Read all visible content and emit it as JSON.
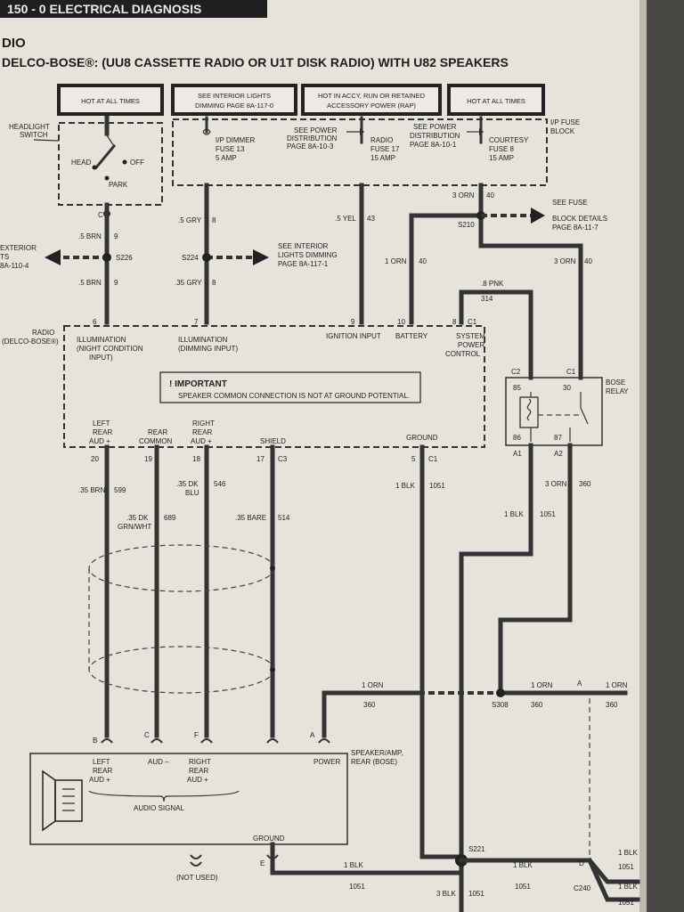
{
  "header": {
    "title": "150 - 0  ELECTRICAL DIAGNOSIS"
  },
  "section": {
    "title": "DIO",
    "subtitle": "DELCO-BOSE®: (UU8 CASSETTE RADIO OR U1T DISK RADIO) WITH U82 SPEAKERS"
  },
  "hot_boxes": {
    "b1": "HOT AT ALL TIMES",
    "b2_l1": "SEE INTERIOR LIGHTS",
    "b2_l2": "DIMMING PAGE 8A-117-0",
    "b3_l1": "HOT IN ACCY, RUN OR RETAINED",
    "b3_l2": "ACCESSORY POWER (RAP)",
    "b4": "HOT AT ALL TIMES"
  },
  "headlight_switch": {
    "title_l1": "HEADLIGHT",
    "title_l2": "SWITCH",
    "head": "HEAD",
    "off": "OFF",
    "park": "PARK",
    "pin": "C"
  },
  "fuse_block": {
    "label_l1": "I/P FUSE",
    "label_l2": "BLOCK",
    "f1_l1": "I/P DIMMER",
    "f1_l2": "FUSE 13",
    "f1_l3": "5 AMP",
    "pd1_l1": "SEE POWER",
    "pd1_l2": "DISTRIBUTION",
    "pd1_l3": "PAGE 8A-10-3",
    "f2_l1": "RADIO",
    "f2_l2": "FUSE 17",
    "f2_l3": "15 AMP",
    "pd2_l1": "SEE POWER",
    "pd2_l2": "DISTRIBUTION",
    "pd2_l3": "PAGE 8A-10-1",
    "f3_l1": "COURTESY",
    "f3_l2": "FUSE 8",
    "f3_l3": "15 AMP"
  },
  "wires": {
    "w_brn_top": ".5 BRN",
    "w_9a": "9",
    "w_brn_bot": ".5 BRN",
    "w_9b": "9",
    "w_gry_top": ".5 GRY",
    "w_8a": "8",
    "w_gry_bot": ".35 GRY",
    "w_8b": "8",
    "w_yel": ".5 YEL",
    "w_43": "43",
    "w_orn_top": "3 ORN",
    "w_40a": "40",
    "w_orn_batt": "1 ORN",
    "w_40b": "40",
    "w_orn_relay": "3 ORN",
    "w_40c": "40",
    "w_pnk": ".8 PNK",
    "w_314": "314",
    "w_brn_spk": ".35 BRN",
    "w_599": "599",
    "w_grn_l1": ".35 DK",
    "w_grn_l2": "GRN/WHT",
    "w_689": "689",
    "w_blu_l1": ".35 DK",
    "w_blu_l2": "BLU",
    "w_546": "546",
    "w_bare": ".35 BARE",
    "w_514": "514",
    "w_blk_gnd": "1 BLK",
    "w_1051a": "1051",
    "w_blk_relay": "1 BLK",
    "w_1051b": "1051",
    "w_orn_amp": "3 ORN",
    "w_360a": "360",
    "w_orn_h1": "1 ORN",
    "w_360b": "360",
    "w_orn_h2": "1 ORN",
    "w_360c": "360",
    "w_orn_h3": "1 ORN",
    "w_360d": "360",
    "w_blk_b1": "1 BLK",
    "w_1051c": "1051",
    "w_blk_b2": "1 BLK",
    "w_1051d": "1051",
    "w_blk_b3": "3 BLK",
    "w_1051e": "1051",
    "w_blk_o1": "1 BLK",
    "w_1051f": "1051",
    "w_blk_o2": "1 BLK",
    "w_1051g": "1051"
  },
  "splices": {
    "s226": "S226",
    "s224": "S224",
    "s210": "S210",
    "s308": "S308",
    "s221": "S221",
    "c240": "C240"
  },
  "references": {
    "ext_l1": "EXTERIOR",
    "ext_l2": "TS",
    "ext_l3": "8A-110-4",
    "int_l1": "SEE INTERIOR",
    "int_l2": "LIGHTS DIMMING",
    "int_l3": "PAGE 8A-117-1",
    "fuse_l1": "SEE FUSE",
    "fuse_l2": "BLOCK DETAILS",
    "fuse_l3": "PAGE 8A-11-7"
  },
  "radio": {
    "title_l1": "RADIO",
    "title_l2": "(DELCO-BOSE®)",
    "pin6": "6",
    "pin7": "7",
    "pin9": "9",
    "pin10": "10",
    "pin8": "8",
    "pin_c1": "C1",
    "illum1_l1": "ILLUMINATION",
    "illum1_l2": "(NIGHT CONDITION",
    "illum1_l3": "INPUT)",
    "illum2_l1": "ILLUMINATION",
    "illum2_l2": "(DIMMING INPUT)",
    "ign": "IGNITION INPUT",
    "batt": "BATTERY",
    "spc_l1": "SYSTEM",
    "spc_l2": "POWER",
    "spc_l3": "CONTROL",
    "important": "! IMPORTANT",
    "important_text": "SPEAKER COMMON CONNECTION IS NOT AT GROUND POTENTIAL.",
    "lr_l1": "LEFT",
    "lr_l2": "REAR",
    "lr_l3": "AUD +",
    "rc_l1": "REAR",
    "rc_l2": "COMMON",
    "rr_l1": "RIGHT",
    "rr_l2": "REAR",
    "rr_l3": "AUD +",
    "shield": "SHIELD",
    "ground": "GROUND",
    "p20": "20",
    "p19": "19",
    "p18": "18",
    "p17": "17",
    "p_c3": "C3",
    "p5": "5",
    "p_c1b": "C1"
  },
  "relay": {
    "title_l1": "BOSE",
    "title_l2": "RELAY",
    "c2": "C2",
    "c1": "C1",
    "t85": "85",
    "t30": "30",
    "t86": "86",
    "t87": "87",
    "a1": "A1",
    "a2": "A2"
  },
  "amp": {
    "title_l1": "SPEAKER/AMP,",
    "title_l2": "REAR (BOSE)",
    "pin_b": "B",
    "pin_c": "C",
    "pin_f": "F",
    "pin_a": "A",
    "pin_e": "E",
    "pin_a2": "A",
    "pin_d": "D",
    "lr_l1": "LEFT",
    "lr_l2": "REAR",
    "lr_l3": "AUD +",
    "aud_minus": "AUD –",
    "rr_l1": "RIGHT",
    "rr_l2": "REAR",
    "rr_l3": "AUD +",
    "power": "POWER",
    "audio_signal": "AUDIO SIGNAL",
    "ground": "GROUND",
    "not_used": "(NOT USED)"
  }
}
